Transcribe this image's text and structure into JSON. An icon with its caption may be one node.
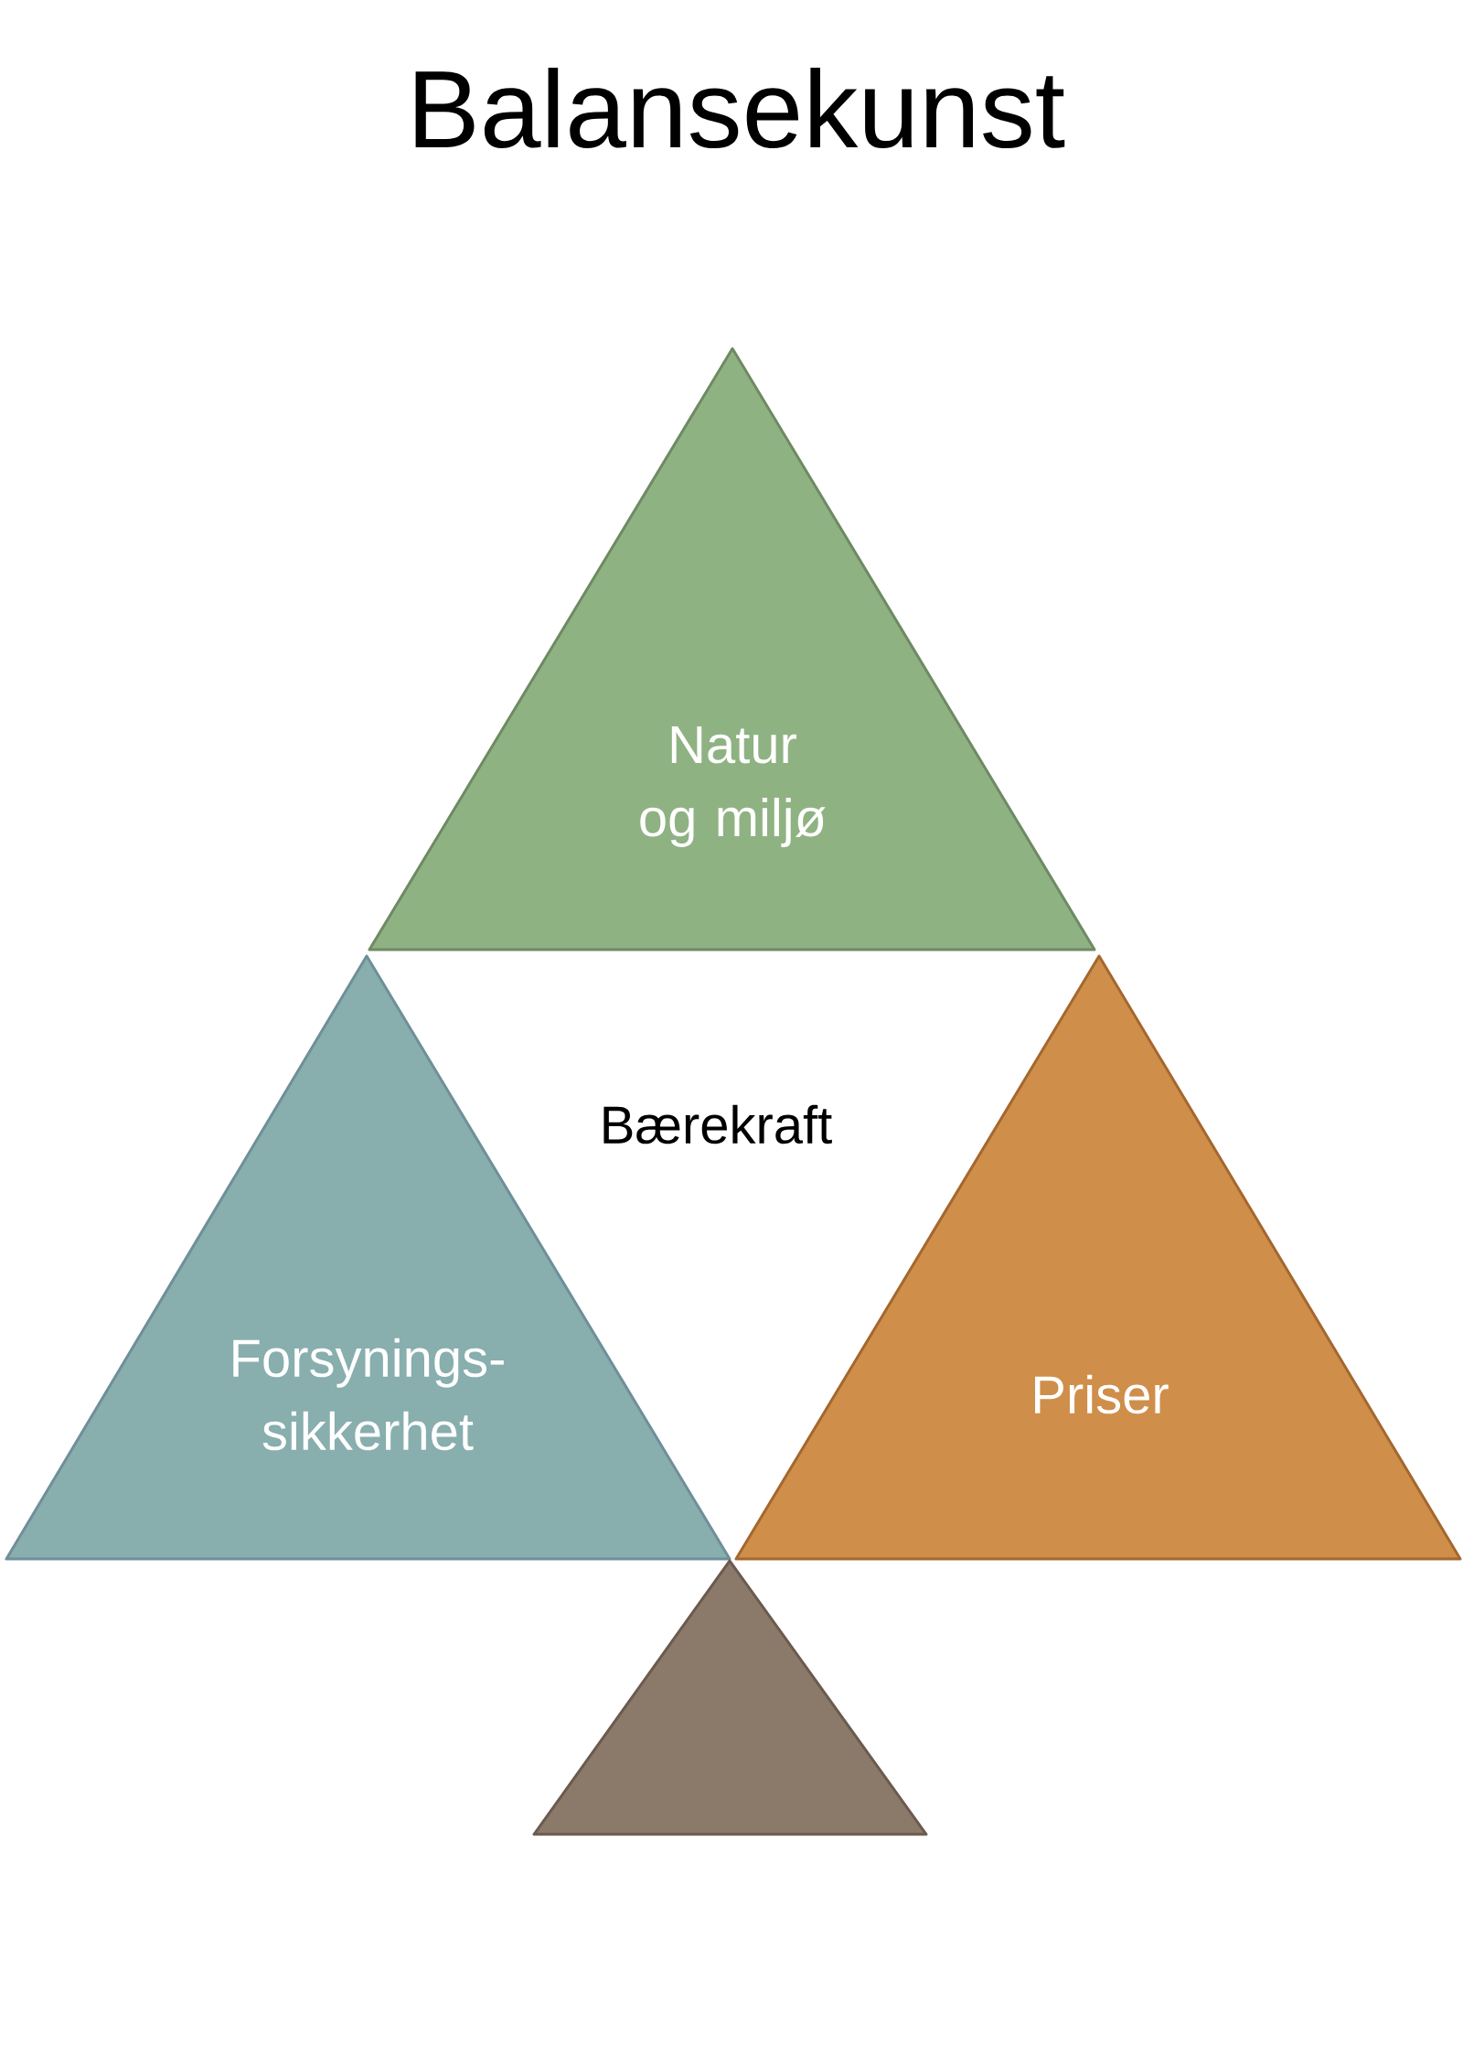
{
  "diagram": {
    "title": "Balansekunst",
    "nodes": [
      {
        "text": [
          "Natur og miljø"
        ]
      },
      {
        "text": [
          "Forsynings-sikkerhet"
        ]
      },
      {
        "text": [
          "Priser"
        ]
      },
      {
        "text": [],
        "shape": "triangle"
      }
    ],
    "labels": [
      "Bærekraft"
    ]
  }
}
